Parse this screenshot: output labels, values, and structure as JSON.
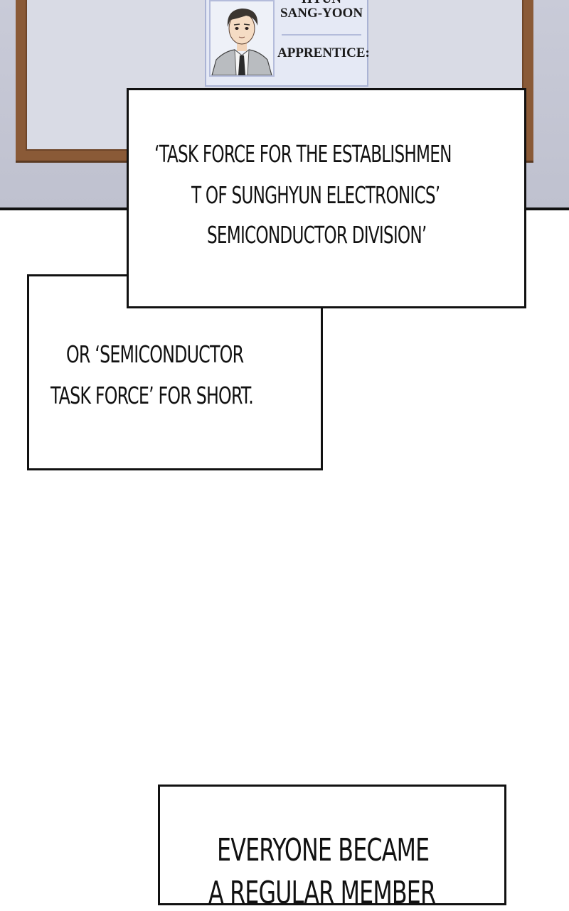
{
  "board": {
    "name_line1": "HYUN",
    "name_line2": "SANG-YOON",
    "role": "APPRENTICE:"
  },
  "bubble1": {
    "line1": "‘TASK FORCE FOR THE ESTABLISHMEN",
    "line2": "T OF SUNGHYUN ELECTRONICS’",
    "line3": "SEMICONDUCTOR DIVISION’"
  },
  "bubble2": {
    "line1": "OR ‘SEMICONDUCTOR",
    "line2": "TASK FORCE’ FOR SHORT."
  },
  "bubble3": {
    "line1": "EVERYONE BECAME",
    "line2": "A REGULAR MEMBER"
  },
  "colors": {
    "frame_wood": "#8a5a37",
    "wall": "#c9cbd8",
    "board_bg": "#e5e9f5"
  }
}
